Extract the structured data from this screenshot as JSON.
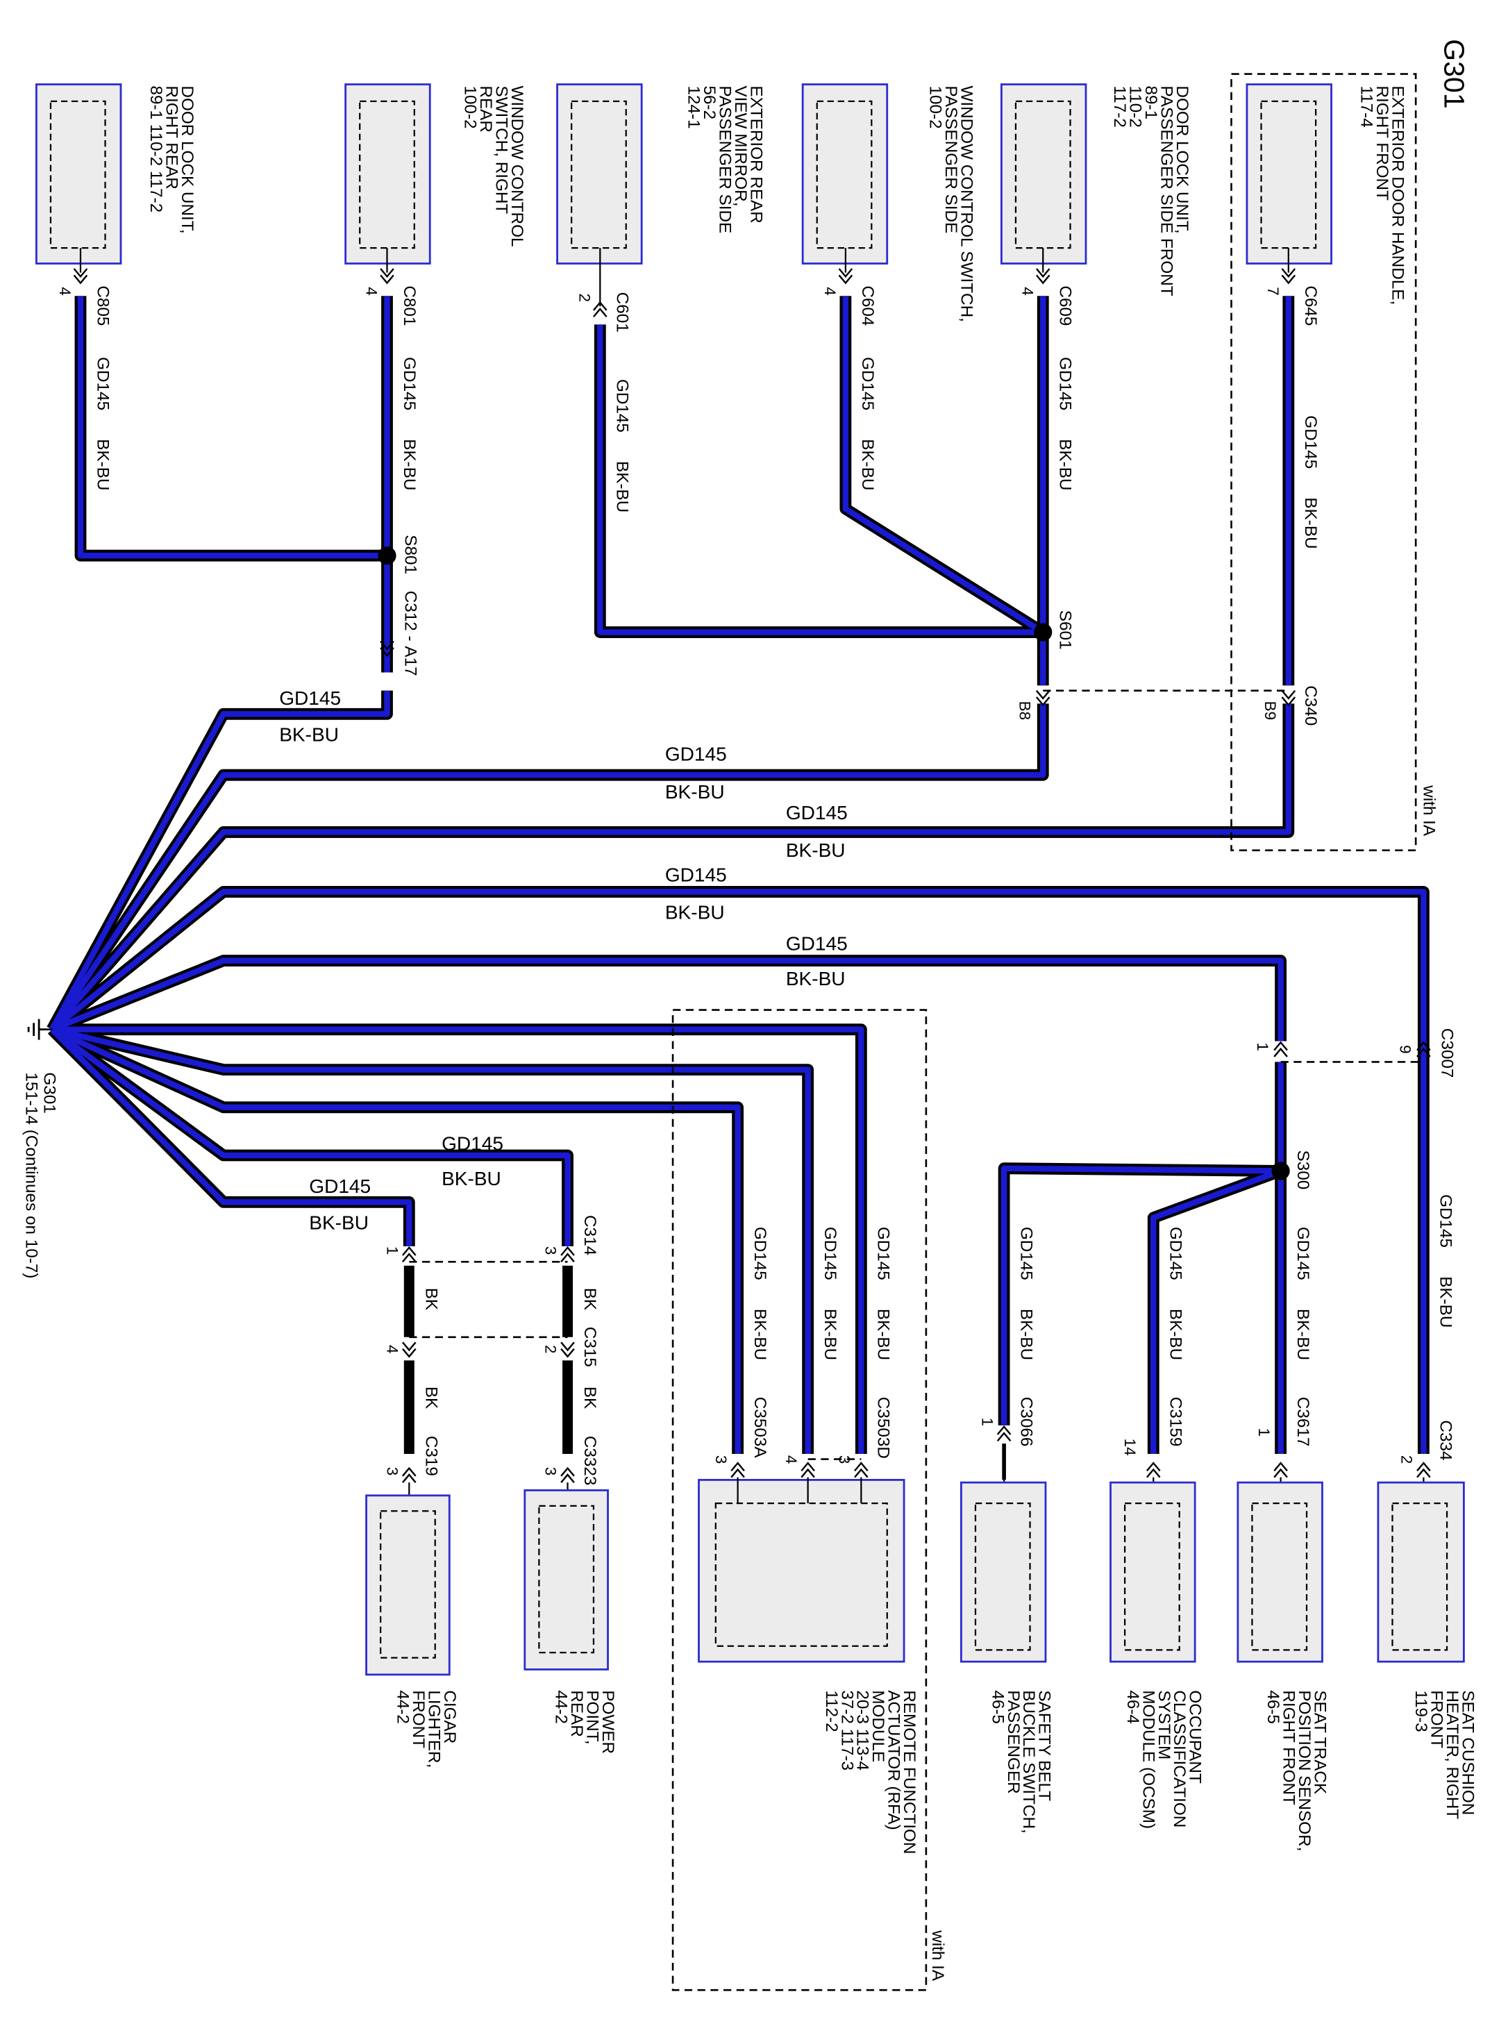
{
  "diagram_title": "G301",
  "colors": {
    "wire_core": "#1a1ad0",
    "wire_edge": "#000000",
    "box_fill": "#ececec",
    "box_border": "#2c2cd0"
  },
  "wire_labels": {
    "circuit": "GD145",
    "color": "BK-BU",
    "color_bk": "BK"
  },
  "ground": {
    "name": "G301",
    "ref": "151-14",
    "note": "(Continues on 10-7)"
  },
  "splices": [
    "S801",
    "S601",
    "S300"
  ],
  "option_label": "with IA",
  "top_components": [
    {
      "lines": [
        "DOOR LOCK UNIT,",
        "RIGHT REAR",
        "89-1  110-2    117-2"
      ],
      "connector": "C805",
      "pin": "4"
    },
    {
      "lines": [
        "WINDOW CONTROL",
        "SWITCH, RIGHT",
        "REAR",
        "100-2"
      ],
      "connector": "C801",
      "pin": "4"
    },
    {
      "lines": [
        "EXTERIOR REAR",
        "VIEW MIRROR,",
        "PASSENGER SIDE",
        "56-2",
        "124-1"
      ],
      "connector": "C601",
      "pin": "2"
    },
    {
      "lines": [
        "WINDOW CONTROL SWITCH,",
        "PASSENGER SIDE",
        "100-2"
      ],
      "connector": "C604",
      "pin": "4"
    },
    {
      "lines": [
        "DOOR LOCK UNIT,",
        "PASSENGER SIDE FRONT",
        "89-1",
        "110-2",
        "117-2"
      ],
      "connector": "C609",
      "pin": "4"
    },
    {
      "lines": [
        "EXTERIOR DOOR HANDLE,",
        "RIGHT FRONT",
        "117-4"
      ],
      "connector": "C645",
      "pin": "7"
    }
  ],
  "bottom_components": [
    {
      "lines": [
        "CIGAR",
        "LIGHTER,",
        "FRONT",
        "44-2"
      ],
      "connector": "C319",
      "pin": "3"
    },
    {
      "lines": [
        "POWER",
        "POINT,",
        "REAR",
        "44-2"
      ],
      "connector": "C3323",
      "pin": "3"
    },
    {
      "lines": [
        "REMOTE FUNCTION",
        "ACTUATOR (RFA)",
        "MODULE",
        "20-3            113-4",
        "37-2            117-3",
        "112-2"
      ],
      "connector_a": "C3503A",
      "connector_d": "C3503D",
      "pins": [
        "3",
        "4",
        "3"
      ]
    },
    {
      "lines": [
        "SAFETY BELT",
        "BUCKLE SWITCH,",
        "PASSENGER",
        "46-5"
      ],
      "connector": "C3066",
      "pin": "1"
    },
    {
      "lines": [
        "OCCUPANT",
        "CLASSIFICATION",
        "SYSTEM",
        "MODULE (OCSM)",
        "46-4"
      ],
      "connector": "C3159",
      "pin": "14"
    },
    {
      "lines": [
        "SEAT TRACK",
        "POSITION SENSOR,",
        "RIGHT FRONT",
        "46-5"
      ],
      "connector": "C3617",
      "pin": "1"
    },
    {
      "lines": [
        "SEAT CUSHION",
        "HEATER, RIGHT",
        "FRONT",
        "119-3"
      ],
      "connector": "C334",
      "pin": "2"
    }
  ],
  "inline_connectors": {
    "c312": "C312",
    "c312_pin": "A17",
    "c340": "C340",
    "c340_pin_b8": "B8",
    "c340_pin_b9": "B9",
    "c3007": "C3007",
    "c3007_pin_1": "1",
    "c3007_pin_9": "9",
    "c314": "C314",
    "c314_pin_1": "1",
    "c314_pin_3": "3",
    "c315": "C315",
    "c315_pin_4": "4",
    "c315_pin_2": "2"
  }
}
